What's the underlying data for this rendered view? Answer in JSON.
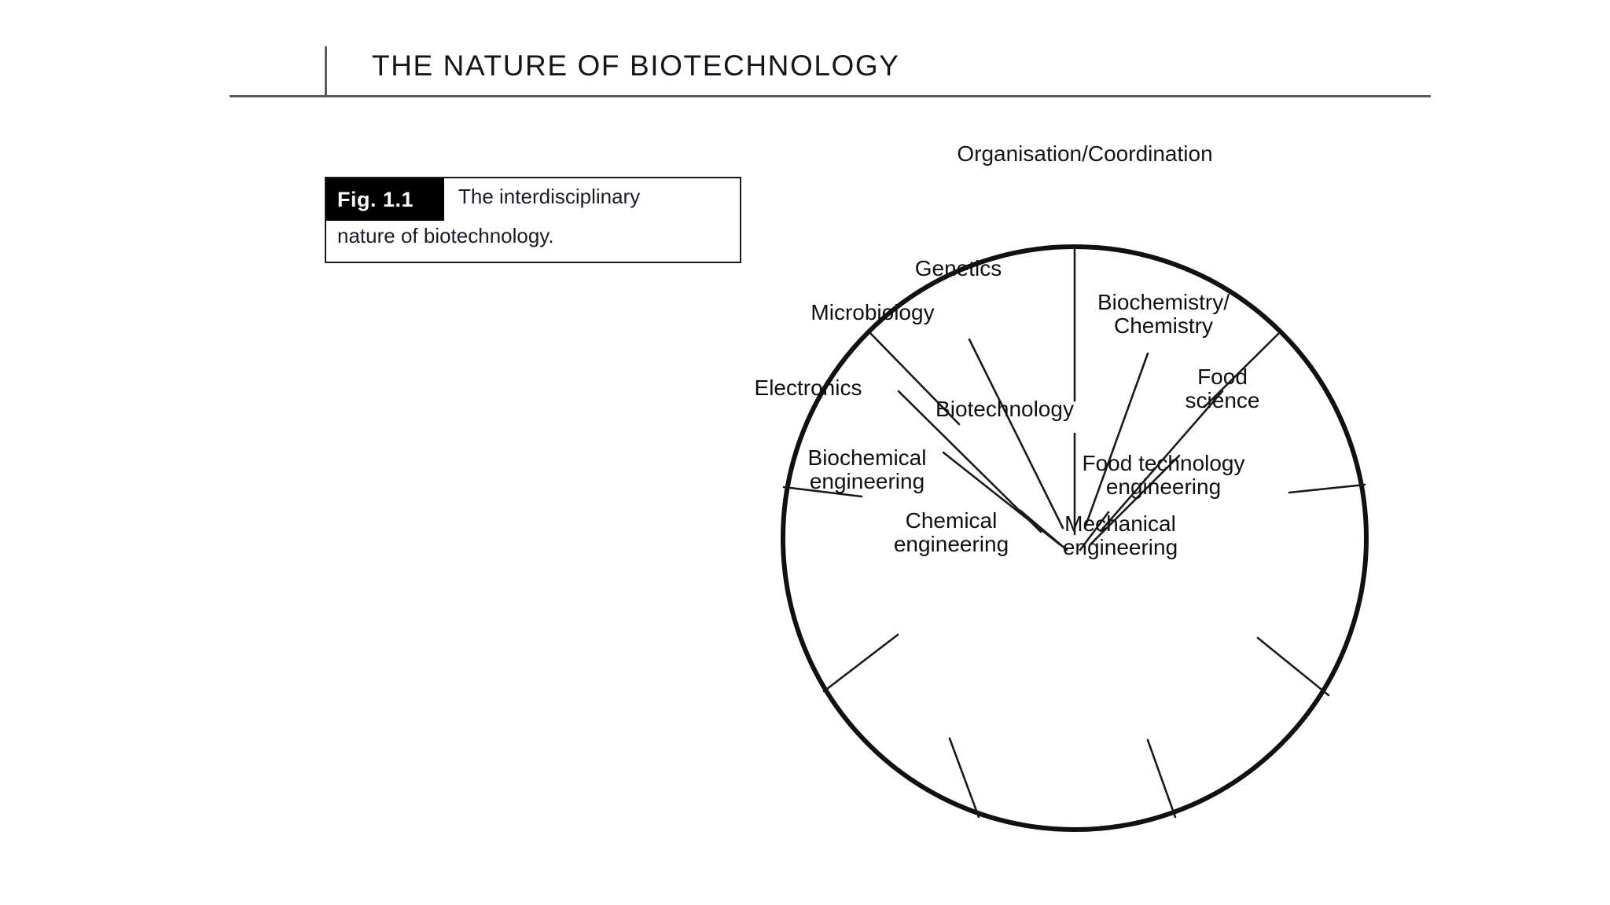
{
  "header": {
    "title": "THE NATURE OF BIOTECHNOLOGY"
  },
  "caption": {
    "tag": "Fig. 1.1",
    "line1": "The interdisciplinary",
    "line2": "nature of biotechnology."
  },
  "diagram": {
    "top_label": "Organisation/Coordination",
    "center_label": "Biotechnology",
    "nodes": [
      {
        "id": "genetics",
        "label": "Genetics"
      },
      {
        "id": "microbiology",
        "label": "Microbiology"
      },
      {
        "id": "biochemistry-chemistry",
        "line1": "Biochemistry/",
        "line2": "Chemistry"
      },
      {
        "id": "electronics",
        "label": "Electronics"
      },
      {
        "id": "food-science",
        "line1": "Food",
        "line2": "science"
      },
      {
        "id": "biochemical-engineering",
        "line1": "Biochemical",
        "line2": "engineering"
      },
      {
        "id": "food-technology-engineering",
        "line1": "Food technology",
        "line2": "engineering"
      },
      {
        "id": "chemical-engineering",
        "line1": "Chemical",
        "line2": "engineering"
      },
      {
        "id": "mechanical-engineering",
        "line1": "Mechanical",
        "line2": "engineering"
      }
    ]
  },
  "colors": {
    "ink": "#101114",
    "rule": "#5a5a5a",
    "tag_background": "#000000",
    "tag_foreground": "#ffffff",
    "page_background": "#ffffff"
  }
}
